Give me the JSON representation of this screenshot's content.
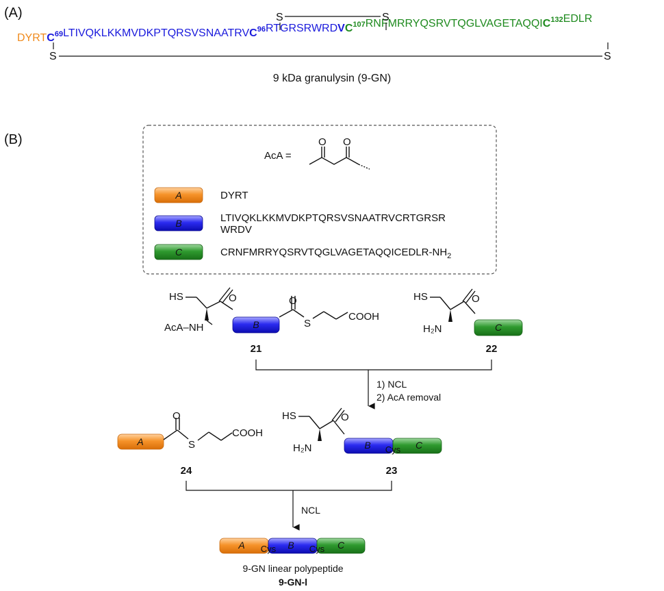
{
  "panelA": {
    "label": "(A)",
    "sequence": [
      {
        "text": "DYRT",
        "color": "orange",
        "bold": false
      },
      {
        "text": "C",
        "color": "blue",
        "bold": true,
        "sup": "69"
      },
      {
        "text": "LTIVQKLKKMVDKPTQRSVSNAATRV",
        "color": "blue",
        "bold": false
      },
      {
        "text": "C",
        "color": "blue",
        "bold": true,
        "sup": "96"
      },
      {
        "text": "RTGRSRWRD",
        "color": "blue",
        "bold": false
      },
      {
        "text": "V",
        "color": "blue",
        "bold": true
      },
      {
        "text": "C",
        "color": "green",
        "bold": true,
        "sup": "107"
      },
      {
        "text": "RNFMRRYQSRVTQGLVAGETAQQI",
        "color": "green",
        "bold": false
      },
      {
        "text": "C",
        "color": "green",
        "bold": true,
        "sup": "132"
      },
      {
        "text": "EDLR",
        "color": "green",
        "bold": false
      }
    ],
    "sulfur": "S",
    "caption": "9 kDa granulysin (9-GN)"
  },
  "panelB": {
    "label": "(B)",
    "legend": {
      "aca_label": "AcA =",
      "items": [
        {
          "key": "A",
          "color": "orange",
          "text": [
            "DYRT"
          ]
        },
        {
          "key": "B",
          "color": "blue",
          "text": [
            "LTIVQKLKKMVDKPTQRSVSNAATRVCRTGRSR",
            "WRDV"
          ]
        },
        {
          "key": "C",
          "color": "green",
          "text": [
            "CRNFMRRYQSRVTQGLVAGETAQQICEDLR-NH"
          ],
          "subscript": "2"
        }
      ]
    },
    "compounds": {
      "c21": {
        "id": "21",
        "hs": "HS",
        "nh": "AcA–NH",
        "o": "O",
        "s": "S",
        "cooh": "COOH",
        "seg": "B"
      },
      "c22": {
        "id": "22",
        "hs": "HS",
        "h2n": "H₂N",
        "o": "O",
        "seg": "C"
      },
      "c24": {
        "id": "24",
        "o": "O",
        "s": "S",
        "cooh": "COOH",
        "seg": "A"
      },
      "c23": {
        "id": "23",
        "hs": "HS",
        "h2n": "H₂N",
        "o": "O",
        "segs": [
          "B",
          "C"
        ],
        "cys": "Cys"
      },
      "final": {
        "segs": [
          "A",
          "B",
          "C"
        ],
        "cys": "Cys",
        "caption": "9-GN linear polypeptide",
        "id": "9-GN-l"
      }
    },
    "steps": {
      "step1": [
        "1) NCL",
        "2) AcA removal"
      ],
      "step2": "NCL"
    }
  },
  "colors": {
    "orange": "#f08a1c",
    "blue": "#1a1adc",
    "green": "#1e8a1e"
  }
}
